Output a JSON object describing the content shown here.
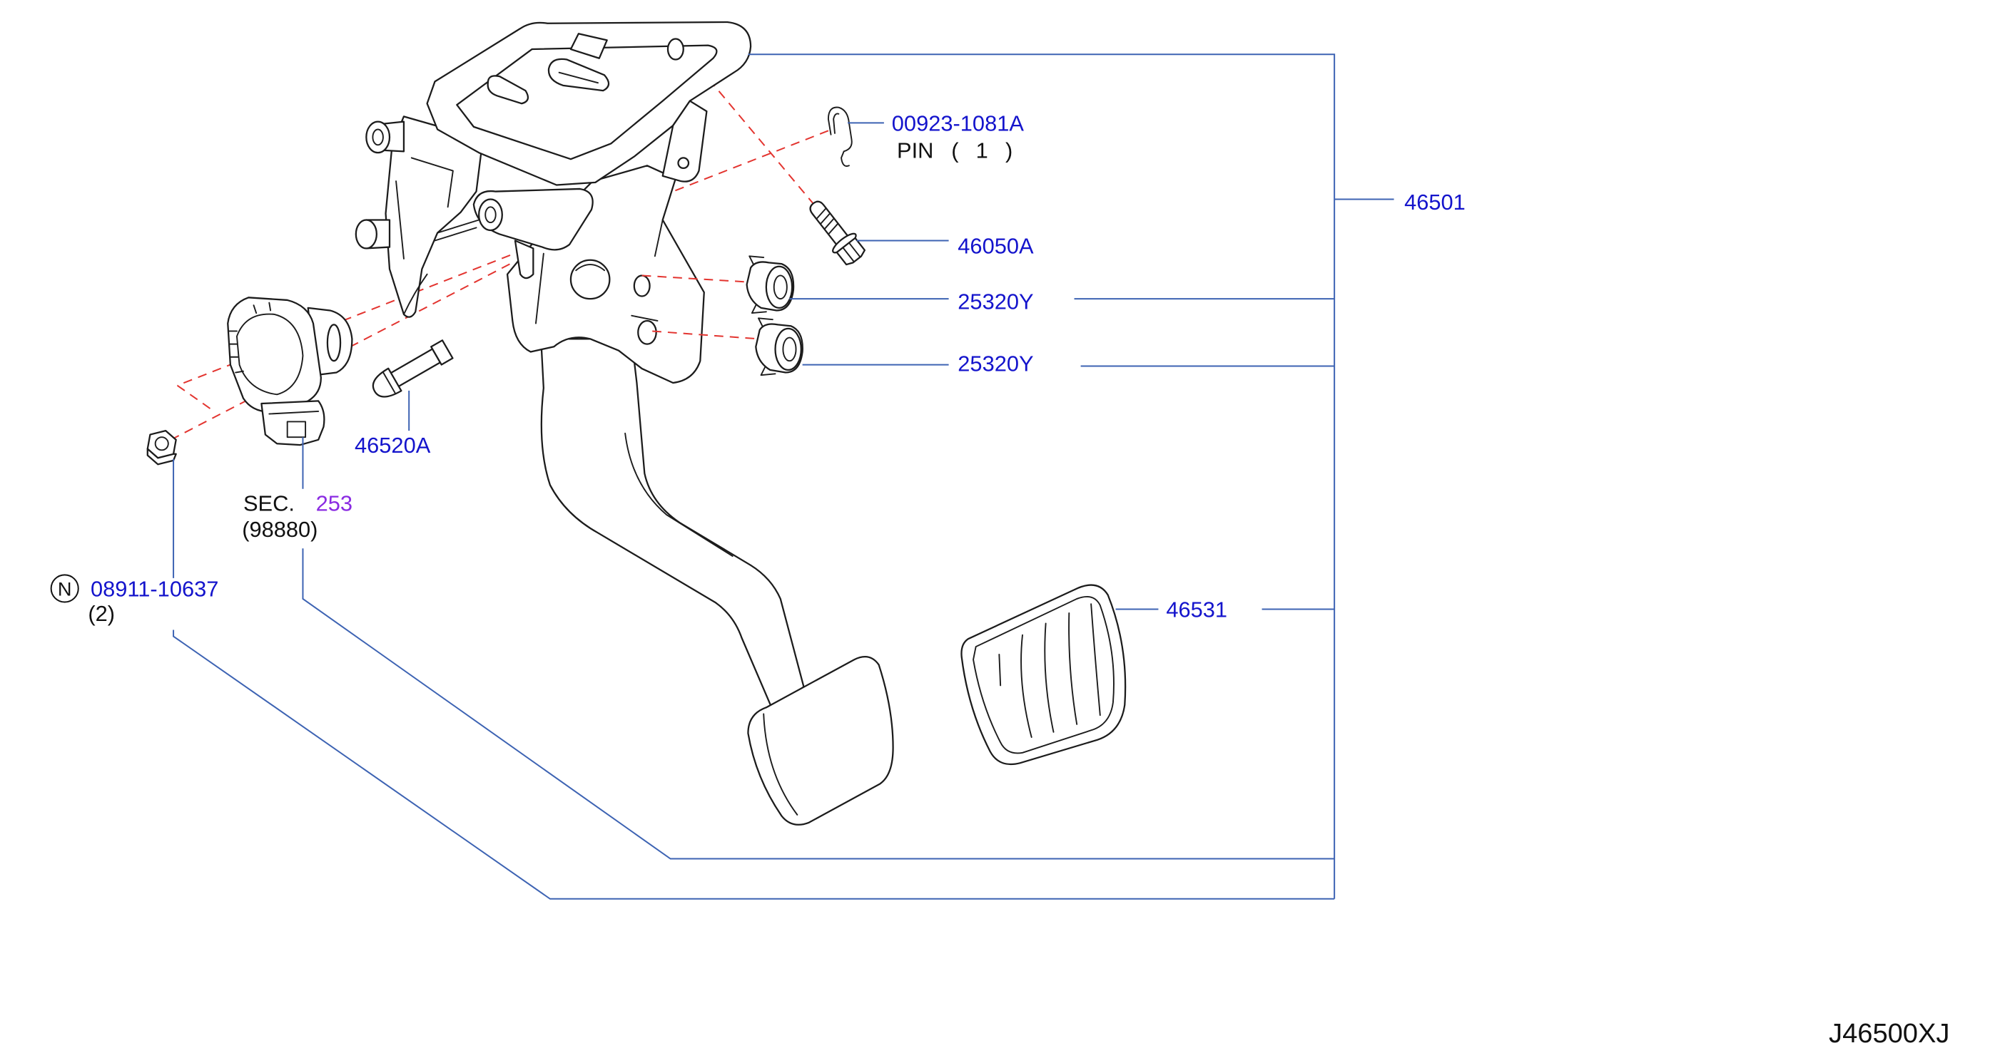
{
  "diagram_id": "J46500XJ",
  "callouts": {
    "assembly": "46501",
    "pin": {
      "part_no": "00923-1081A",
      "name": "PIN",
      "qty": "( 1 )"
    },
    "bolt": "46050A",
    "bushing_upper": "25320Y",
    "bushing_lower": "25320Y",
    "stopper": "46520A",
    "sensor_section": {
      "prefix": "SEC.",
      "number": "253",
      "ref": "(98880)"
    },
    "nut": {
      "symbol": "N",
      "part_no": "08911-10637",
      "qty": "(2)"
    },
    "pad": "46531"
  },
  "colors": {
    "part_number": "#1414cc",
    "text": "#111111",
    "leader_line": "#3d63b3",
    "hidden_line": "#e3342f",
    "section_link": "#8a2be2",
    "line_art": "#1c1c1c"
  }
}
